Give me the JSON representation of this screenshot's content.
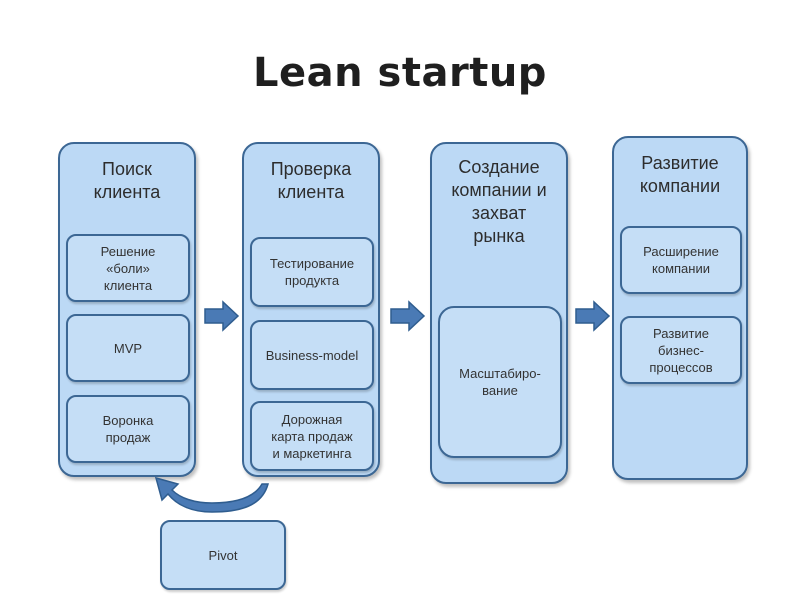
{
  "title": "Lean startup",
  "stages": [
    {
      "title": "Поиск\nклиента",
      "items": [
        "Решение\n«боли»\nклиента",
        "MVP",
        "Воронка\nпродаж"
      ]
    },
    {
      "title": "Проверка\nклиента",
      "items": [
        "Тестирование\nпродукта",
        "Business-model",
        "Дорожная\nкарта продаж\nи маркетинга"
      ]
    },
    {
      "title": "Создание\nкомпании и\nзахват\nрынка",
      "items": [
        "Масштабиро-\nвание"
      ]
    },
    {
      "title": "Развитие\nкомпании",
      "items": [
        "Расширение\nкомпании",
        "Развитие\nбизнес-\nпроцессов"
      ]
    }
  ],
  "pivot": "Pivot",
  "colors": {
    "fill": "#bcd9f5",
    "border": "#3c6794",
    "arrow": "#4a7ab5"
  }
}
